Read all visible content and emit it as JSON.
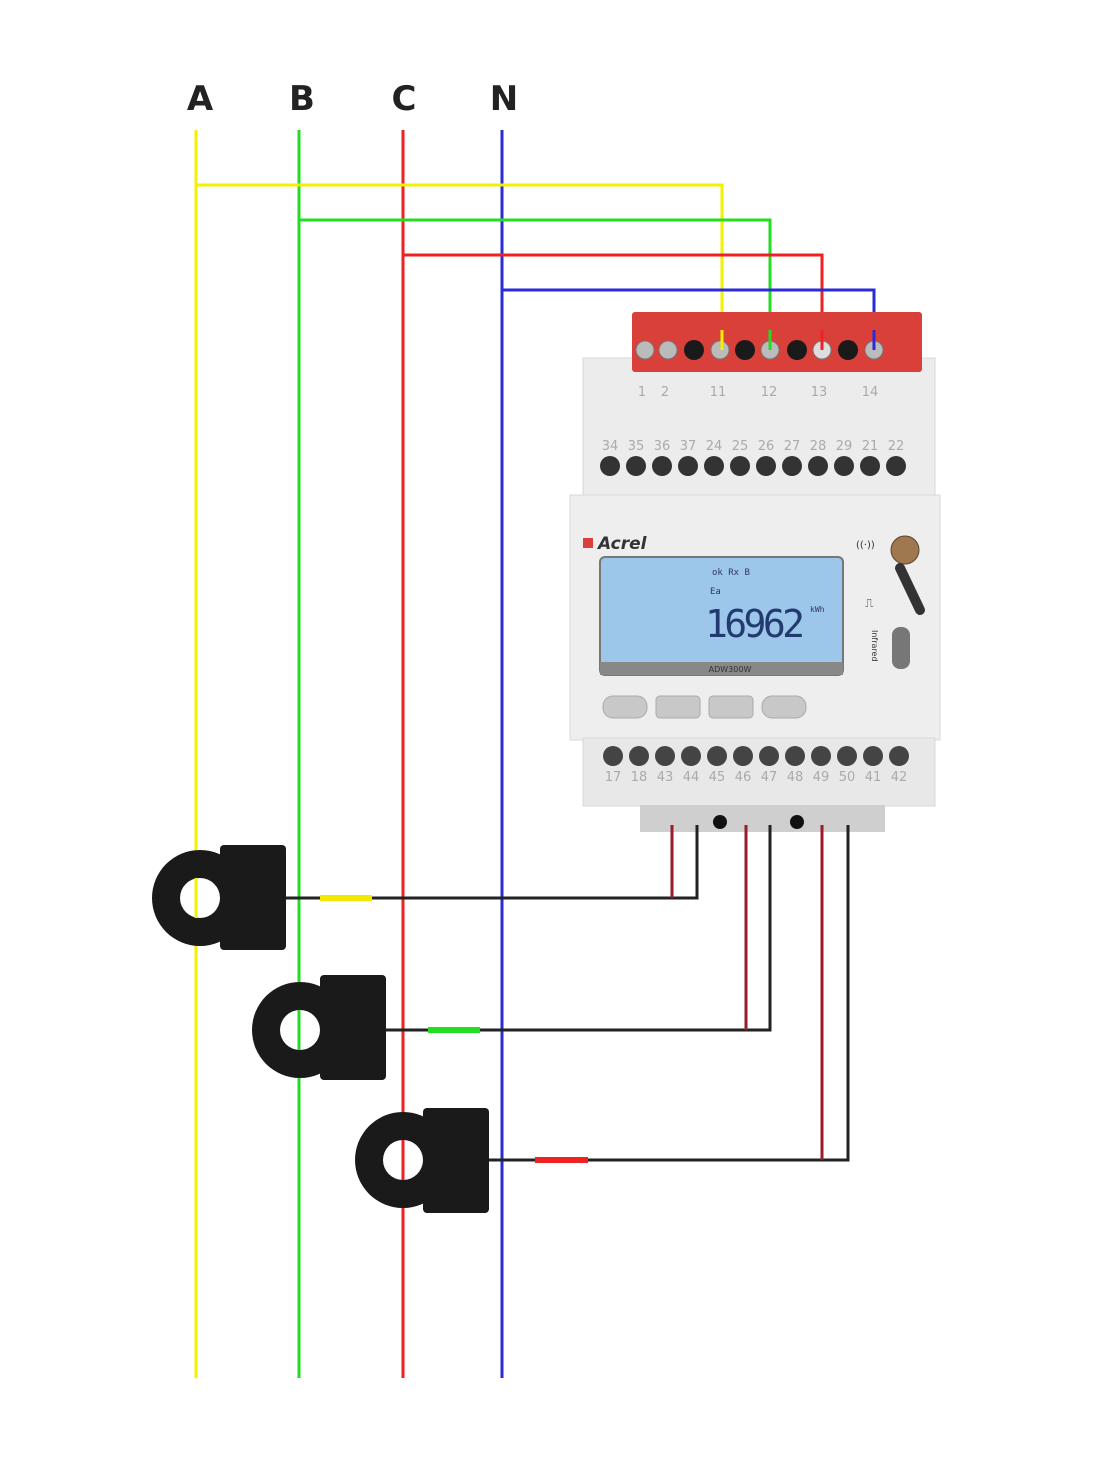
{
  "phases": [
    {
      "label": "A",
      "color": "#f2f200"
    },
    {
      "label": "B",
      "color": "#22dd22"
    },
    {
      "label": "C",
      "color": "#ee2222"
    },
    {
      "label": "N",
      "color": "#2a2ad8"
    }
  ],
  "meter": {
    "brand": "Acrel",
    "model": "ADW300W",
    "display": {
      "top_indicators": "ok  Rx  B",
      "small_label": "Ea",
      "value": "16962",
      "unit": "kWh"
    },
    "infrared_label": "Infrared",
    "top_terminals": [
      "1",
      "2",
      "11",
      "12",
      "13",
      "14"
    ],
    "middle_terminals": [
      "34",
      "35",
      "36",
      "37",
      "24",
      "25",
      "26",
      "27",
      "28",
      "29",
      "21",
      "22"
    ],
    "bottom_terminals": [
      "17",
      "18",
      "43",
      "44",
      "45",
      "46",
      "47",
      "48",
      "49",
      "50",
      "41",
      "42"
    ]
  },
  "current_transformers": [
    {
      "phase": "A",
      "marker_color": "#f5e800"
    },
    {
      "phase": "B",
      "marker_color": "#22dd22"
    },
    {
      "phase": "C",
      "marker_color": "#ee2222"
    }
  ]
}
